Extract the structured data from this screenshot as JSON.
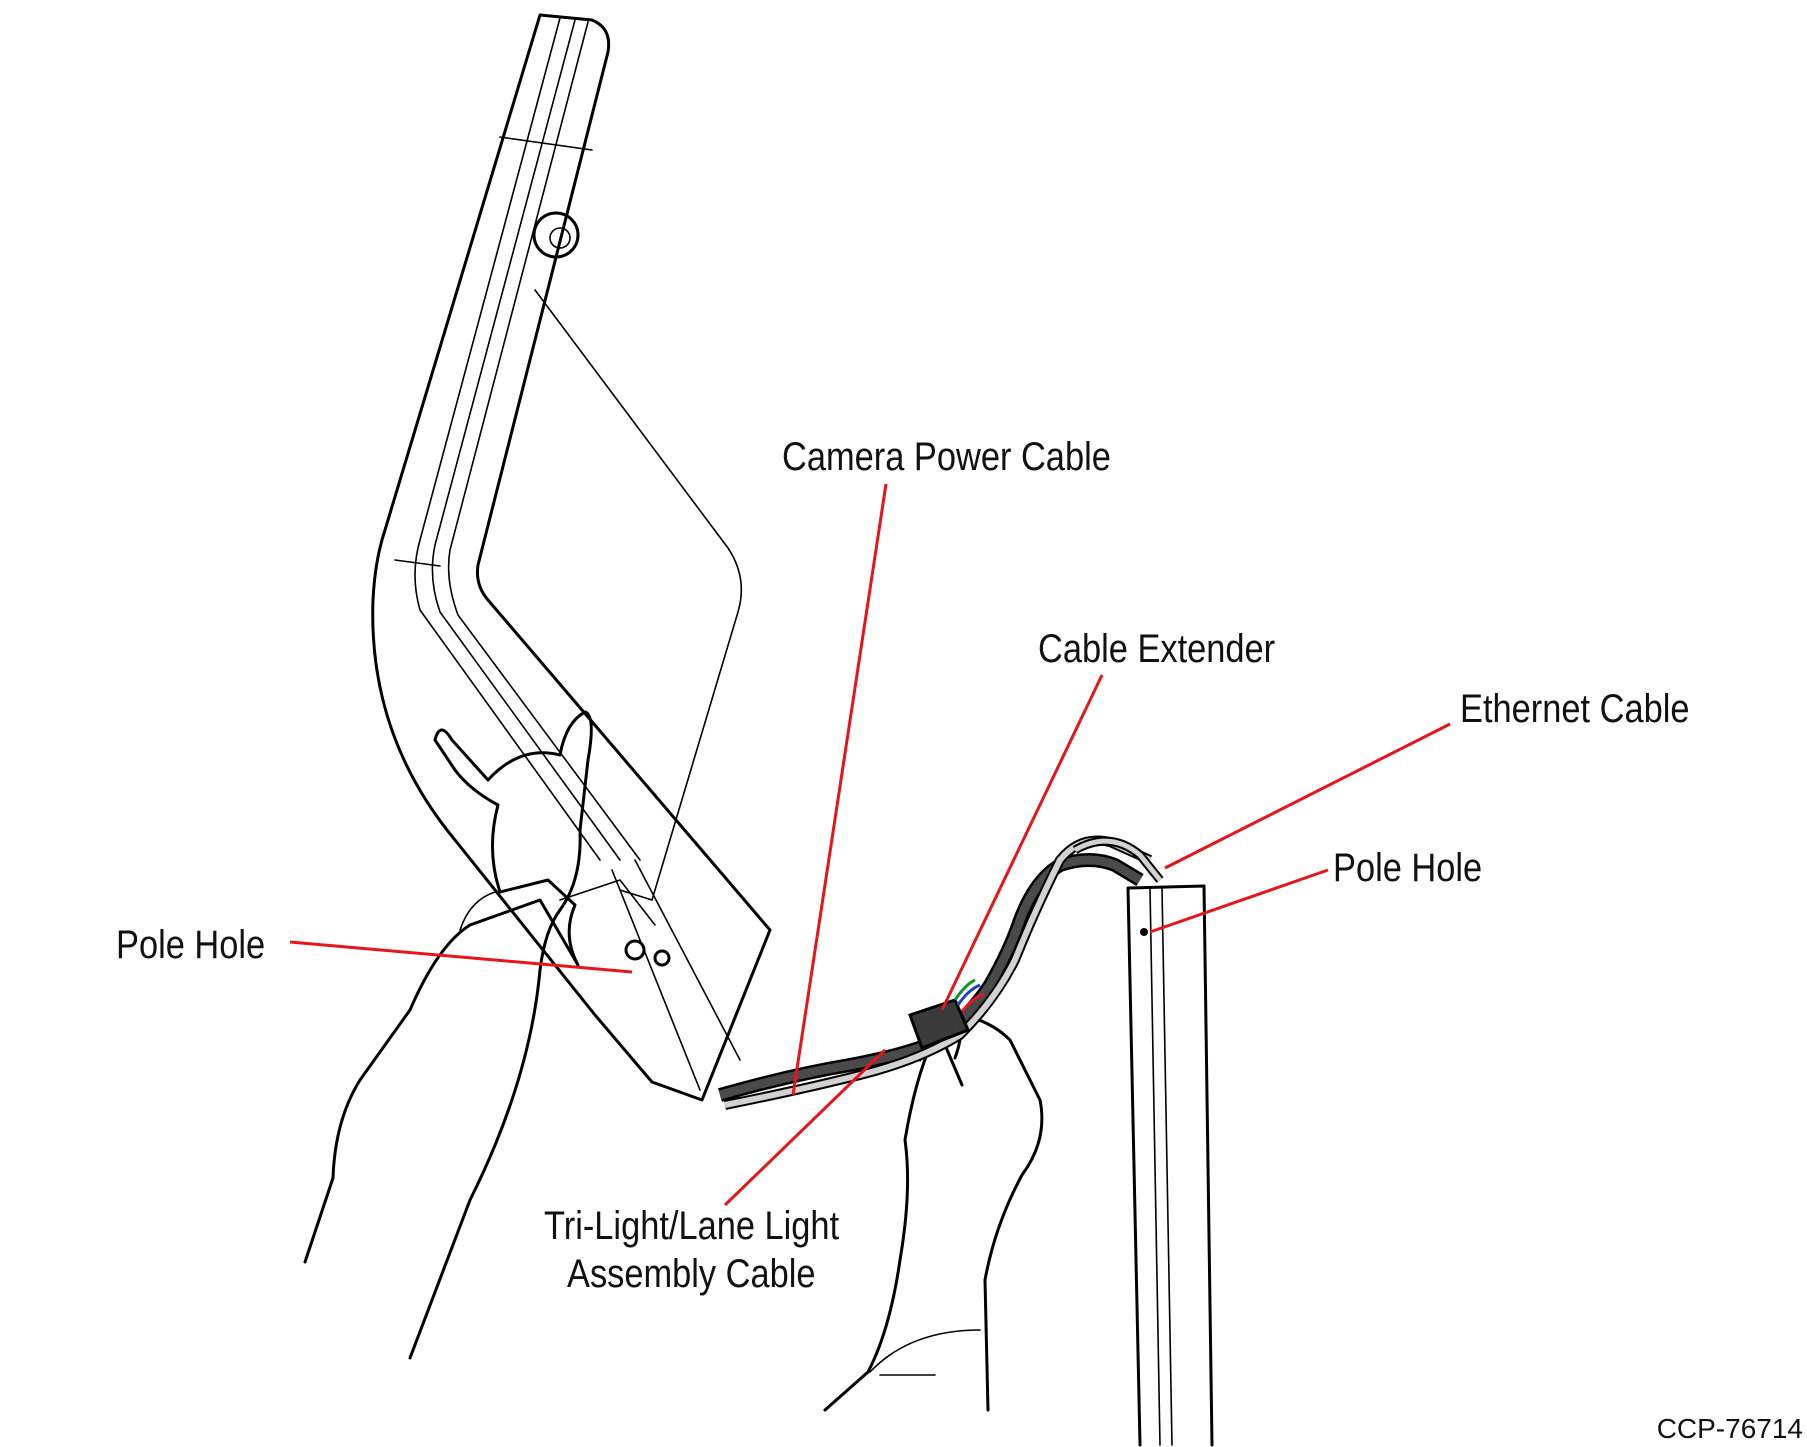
{
  "figure_id": "CCP-76714",
  "colors": {
    "leader": "#e8141b",
    "cable_dark": "#4a4a4a",
    "cable_light": "#d2d2d2",
    "outline": "#000000"
  },
  "callouts": {
    "camera_power_cable": "Camera Power Cable",
    "cable_extender": "Cable Extender",
    "ethernet_cable": "Ethernet Cable",
    "pole_hole_right": "Pole Hole",
    "pole_hole_left": "Pole Hole",
    "trilight_cable_line1": "Tri-Light/Lane Light",
    "trilight_cable_line2": "Assembly Cable"
  }
}
